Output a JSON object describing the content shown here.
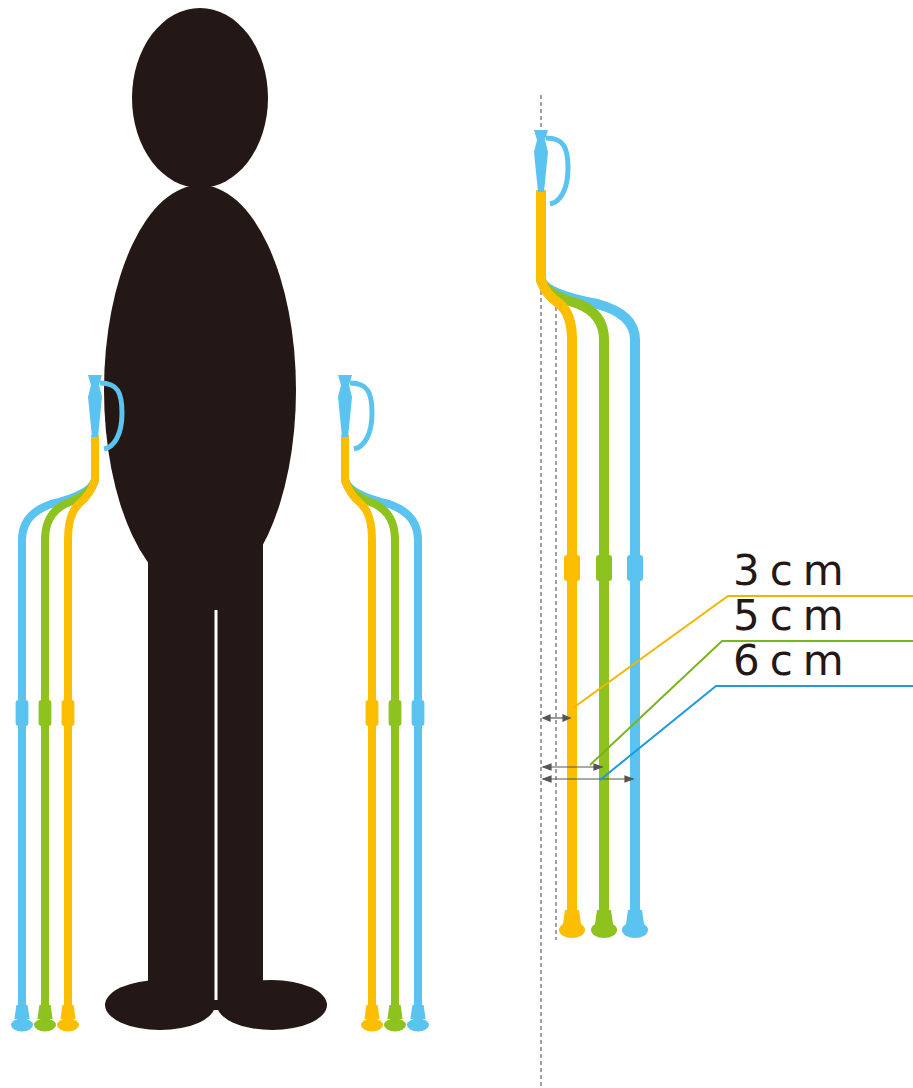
{
  "diagram": {
    "labels": [
      "3cm",
      "5cm",
      "6cm"
    ]
  }
}
